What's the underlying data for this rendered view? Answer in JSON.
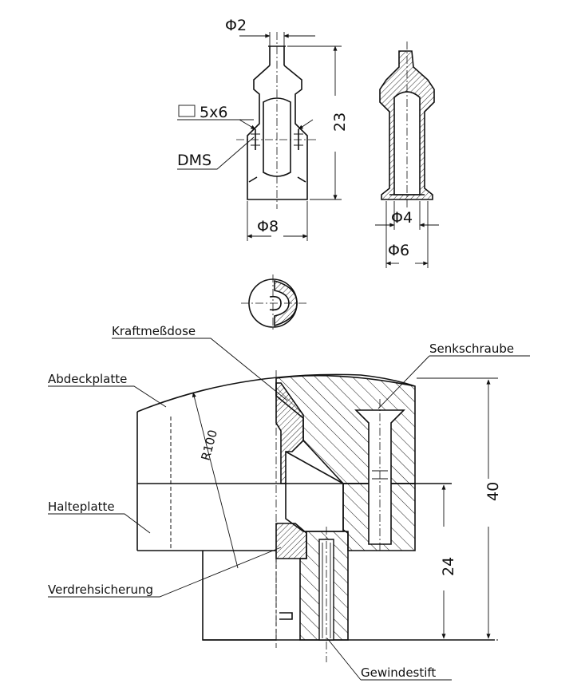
{
  "dimensions": {
    "phi2": "Φ2",
    "rect": "5x6",
    "len23": "23",
    "phi8": "Φ8",
    "phi4": "Φ4",
    "phi6": "Φ6",
    "r100": "R100",
    "h40": "40",
    "h24": "24"
  },
  "labels": {
    "dms": "DMS",
    "kraftmessdose": "Kraftmeßdose",
    "senkschraube": "Senkschraube",
    "abdeckplatte": "Abdeckplatte",
    "halteplatte": "Halteplatte",
    "verdrehsicherung": "Verdrehsicherung",
    "gewindestift": "Gewindestift"
  }
}
